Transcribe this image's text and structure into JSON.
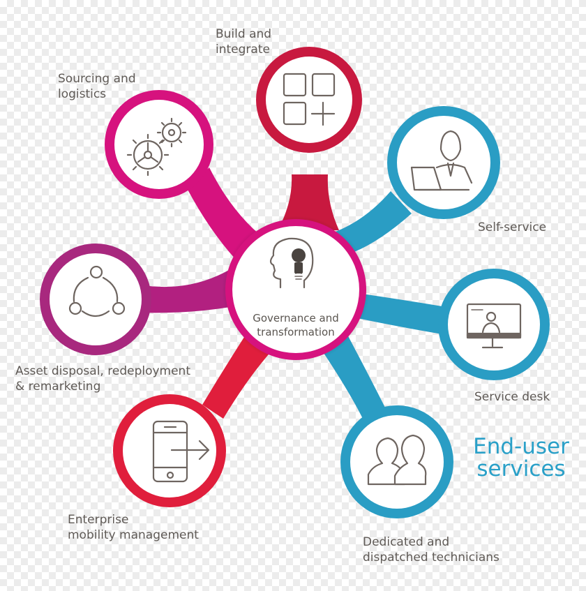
{
  "colors": {
    "magenta": "#d6127e",
    "crimson": "#c8193f",
    "red": "#e01e3c",
    "purple": "#a8287e",
    "teal": "#2a9dc4",
    "icon_stroke": "#6e6560",
    "text": "#5f5a56"
  },
  "center": {
    "label": "Governance and\ntransformation",
    "icon": "head-lightbulb-icon"
  },
  "nodes": [
    {
      "id": "build",
      "label": "Build and\nintegrate",
      "icon": "grid-plus-icon",
      "color": "crimson"
    },
    {
      "id": "sourcing",
      "label": "Sourcing and\nlogistics",
      "icon": "gears-icon",
      "color": "magenta"
    },
    {
      "id": "asset",
      "label": "Asset disposal, redeployment\n& remarketing",
      "icon": "cycle-icon",
      "color": "purple"
    },
    {
      "id": "mobility",
      "label": "Enterprise\nmobility management",
      "icon": "phone-arrow-icon",
      "color": "red"
    },
    {
      "id": "selfservice",
      "label": "Self-service",
      "icon": "person-laptop-icon",
      "color": "teal"
    },
    {
      "id": "servicedesk",
      "label": "Service desk",
      "icon": "monitor-person-icon",
      "color": "teal"
    },
    {
      "id": "technicians",
      "label": "Dedicated and\ndispatched technicians",
      "icon": "two-people-icon",
      "color": "teal"
    }
  ],
  "headline": "End-user\nservices"
}
